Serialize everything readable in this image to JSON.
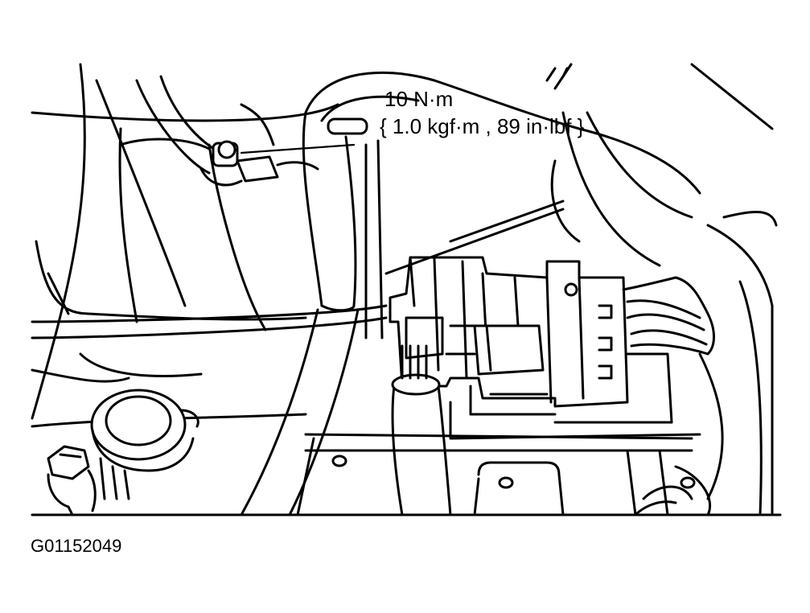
{
  "callout": {
    "torque_value": "10 N·m",
    "torque_alt": "{ 1.0 kgf·m , 89 in·lbf }"
  },
  "figure_id": "G01152049",
  "colors": {
    "line": "#000000",
    "background": "#ffffff"
  }
}
